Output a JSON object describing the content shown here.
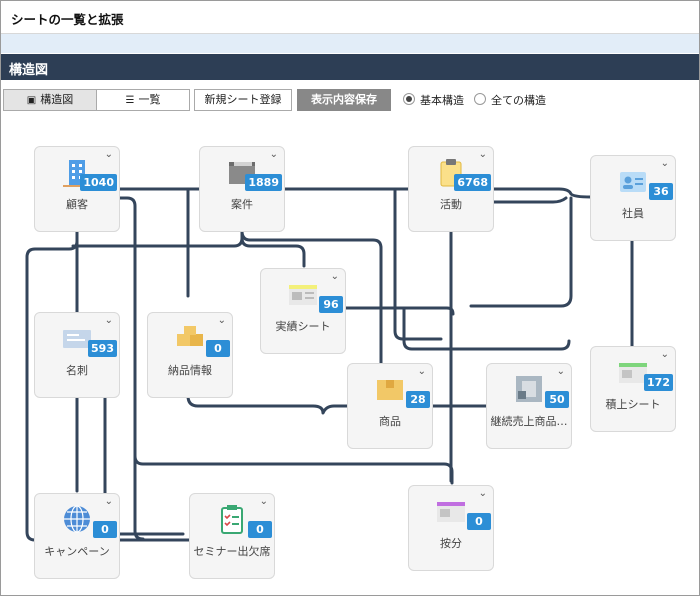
{
  "window": {
    "title": "シートの一覧と拡張"
  },
  "section": {
    "title": "構造図"
  },
  "toolbar": {
    "structure_view": "構造図",
    "list_view": "一覧",
    "register_sheet": "新規シート登録",
    "save_display": "表示内容保存",
    "radio_basic": "基本構造",
    "radio_all": "全ての構造",
    "selected_radio": "基本構造"
  },
  "nodes": {
    "customer": {
      "label": "顧客",
      "count": "1040",
      "icon": "building-icon"
    },
    "deal": {
      "label": "案件",
      "count": "1889",
      "icon": "folder-icon"
    },
    "activity": {
      "label": "活動",
      "count": "6768",
      "icon": "clipboard-icon"
    },
    "employee": {
      "label": "社員",
      "count": "36",
      "icon": "id-card-icon"
    },
    "results": {
      "label": "実績シート",
      "count": "96",
      "icon": "sheet-icon"
    },
    "card": {
      "label": "名刺",
      "count": "593",
      "icon": "business-card-icon"
    },
    "delivery": {
      "label": "納品情報",
      "count": "0",
      "icon": "boxes-icon"
    },
    "product": {
      "label": "商品",
      "count": "28",
      "icon": "box-icon"
    },
    "recurring": {
      "label": "継続売上商品…",
      "count": "50",
      "icon": "photo-thumbnail-icon"
    },
    "estimate": {
      "label": "積上シート",
      "count": "172",
      "icon": "sheet-green-icon"
    },
    "campaign": {
      "label": "キャンペーン",
      "count": "0",
      "icon": "globe-icon"
    },
    "seminar": {
      "label": "セミナー出欠席",
      "count": "0",
      "icon": "checklist-icon"
    },
    "allocation": {
      "label": "按分",
      "count": "0",
      "icon": "sheet-purple-icon"
    }
  },
  "colors": {
    "header": "#2d3e55",
    "badge": "#2c8ed6",
    "wire": "#34455b",
    "strip": "#e2edf8"
  }
}
